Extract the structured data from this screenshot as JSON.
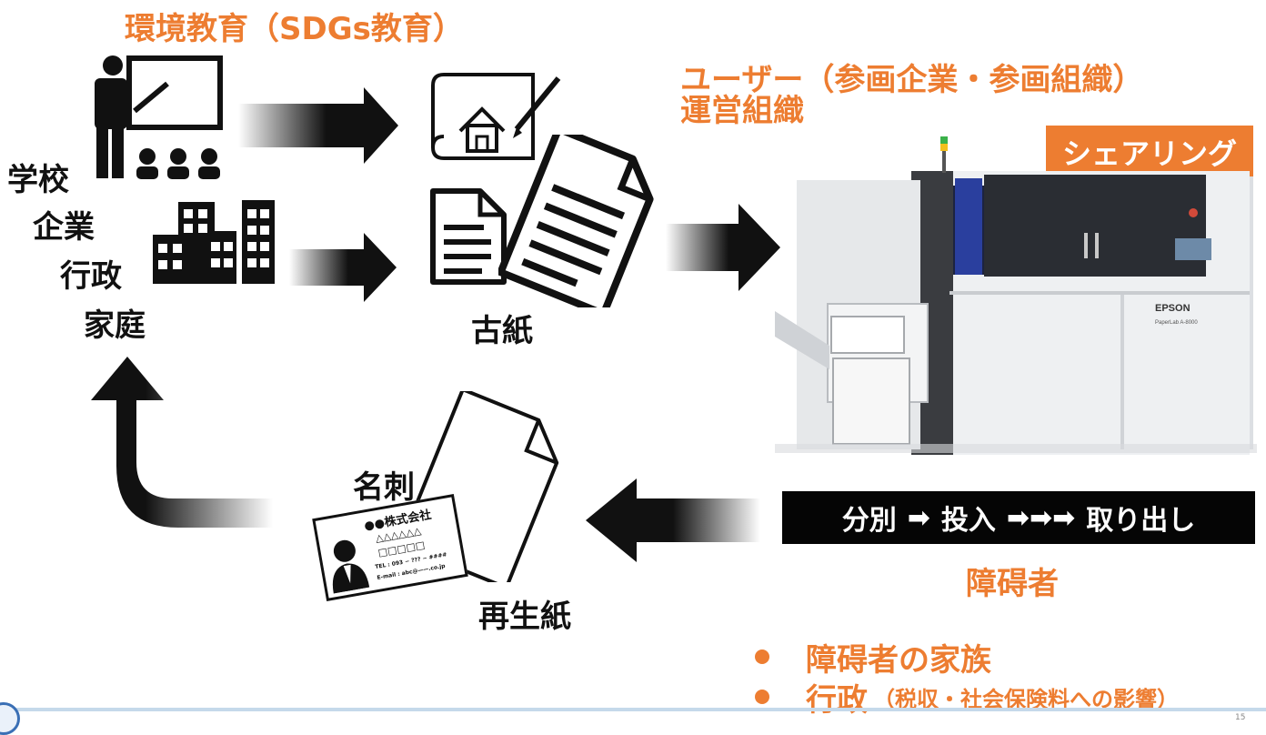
{
  "title": "環境教育（SDGs教育）",
  "user_line1": "ユーザー（参画企業・参画組織）",
  "user_line2": "運営組織",
  "sharing": "シェアリング",
  "sources": [
    "学校",
    "企業",
    "行政",
    "家庭"
  ],
  "waste_paper": "古紙",
  "recycled_paper": "再生紙",
  "business_card": {
    "label": "名刺",
    "company": "●●株式会社",
    "line1": "△△△△△△",
    "line2": "□□□□□",
    "tel": "TEL : 093 − ??? − ####",
    "email": "E-mail : abc@——.co.jp"
  },
  "machine": {
    "brand": "EPSON",
    "model": "PaperLab A-8000"
  },
  "process": {
    "step1": "分別",
    "step2": "投入",
    "step3": "取り出し",
    "arrow": "➡",
    "arrows3": "➡➡➡"
  },
  "worker": "障碍者",
  "benefits": {
    "item1": "障碍者の家族",
    "item2_main": "行政",
    "item2_sub": "（税収・社会保険料への影響）"
  },
  "page_number": "15",
  "colors": {
    "accent": "#ed7d31",
    "dark": "#111111",
    "machine_blue": "#2a3f9e"
  }
}
